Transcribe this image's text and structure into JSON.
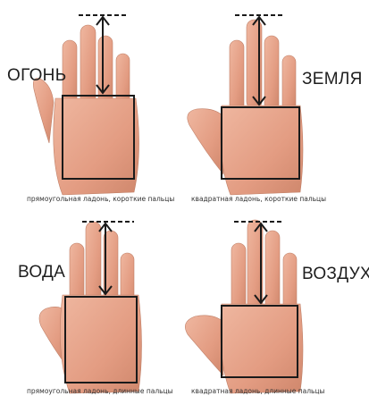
{
  "panels": [
    {
      "id": "fire",
      "title": "ОГОНЬ",
      "caption": "прямоугольная ладонь, короткие пальцы",
      "palm_shape": "rectangle",
      "fingers": "short"
    },
    {
      "id": "earth",
      "title": "ЗЕМЛЯ",
      "caption": "квадратная ладонь, короткие пальцы",
      "palm_shape": "square",
      "fingers": "short"
    },
    {
      "id": "water",
      "title": "ВОДА",
      "caption": "прямоугольная ладонь, длинные пальцы",
      "palm_shape": "rectangle",
      "fingers": "long"
    },
    {
      "id": "air",
      "title": "ВОЗДУХ",
      "caption": "квадратная ладонь, длинные пальцы",
      "palm_shape": "square",
      "fingers": "long"
    }
  ],
  "colors": {
    "skin": "#e7a48a",
    "skin_shadow": "#c9826a",
    "outline": "#1a1a1a",
    "text": "#1e1e1e"
  }
}
